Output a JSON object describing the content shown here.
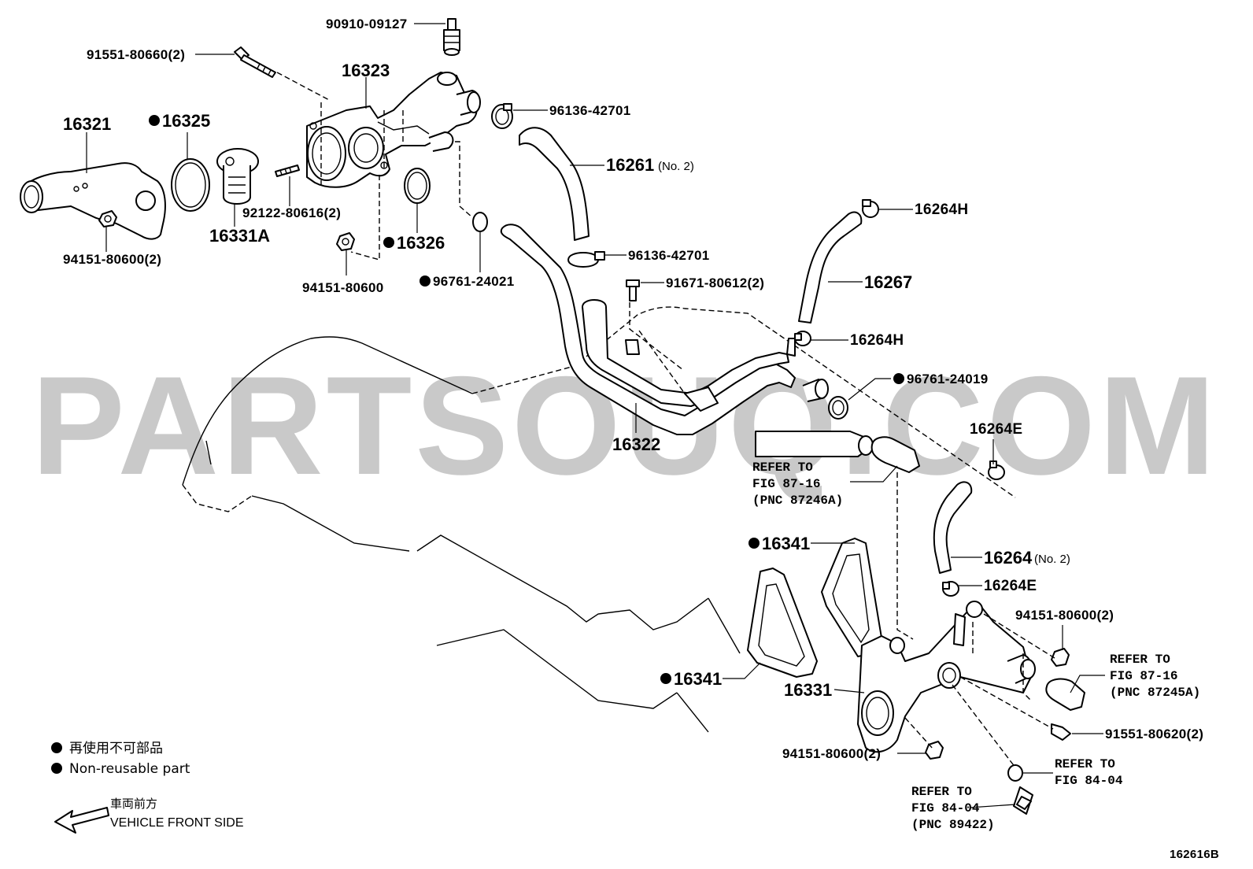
{
  "watermark": "PARTSOUQ.COM",
  "diagram_code": "162616B",
  "legend": {
    "jp": "再使用不可部品",
    "en": "Non-reusable part"
  },
  "front_indicator": {
    "jp": "車両前方",
    "en": "VEHICLE FRONT SIDE"
  },
  "labels": {
    "p90910_09127": "90910-09127",
    "p91551_80660": "91551-80660(2)",
    "p16323": "16323",
    "p16321": "16321",
    "p16325": "16325",
    "p96136_42701_a": "96136-42701",
    "p16261": "16261",
    "p16261_note": "(No. 2)",
    "p92122_80616": "92122-80616(2)",
    "p16331A": "16331A",
    "p94151_80600_2a": "94151-80600(2)",
    "p16326": "16326",
    "p94151_80600": "94151-80600",
    "p96761_24021": "96761-24021",
    "p96136_42701_b": "96136-42701",
    "p91671_80612": "91671-80612(2)",
    "p16264H_a": "16264H",
    "p16267": "16267",
    "p16264H_b": "16264H",
    "p96761_24019": "96761-24019",
    "p16322": "16322",
    "p16264E_a": "16264E",
    "p16341_a": "16341",
    "p16264": "16264",
    "p16264_note": "(No. 2)",
    "p16264E_b": "16264E",
    "p94151_80600_2b": "94151-80600(2)",
    "p16341_b": "16341",
    "p16331": "16331",
    "p91551_80620": "91551-80620(2)",
    "p94151_80600_2c": "94151-80600(2)"
  },
  "refs": {
    "r1": {
      "line1": "REFER TO",
      "line2": "FIG 87-16",
      "line3": "(PNC 87246A)"
    },
    "r2": {
      "line1": "REFER TO",
      "line2": "FIG 87-16",
      "line3": "(PNC 87245A)"
    },
    "r3": {
      "line1": "REFER TO",
      "line2": "FIG 84-04"
    },
    "r4": {
      "line1": "REFER TO",
      "line2": "FIG 84-04",
      "line3": "(PNC 89422)"
    }
  }
}
